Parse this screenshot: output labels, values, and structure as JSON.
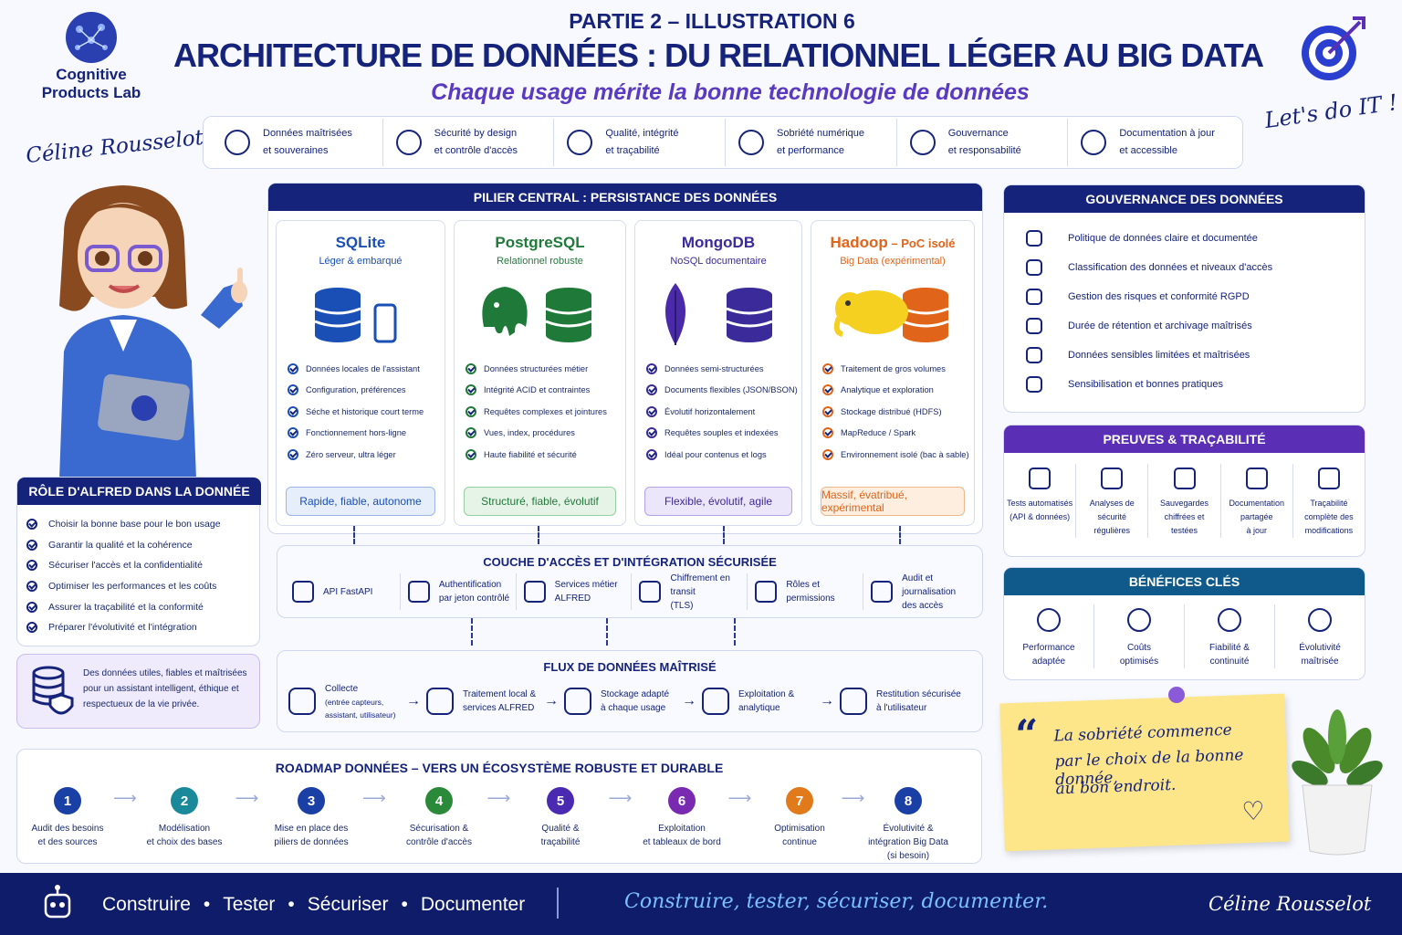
{
  "header": {
    "part": "PARTIE 2 – ILLUSTRATION 6",
    "title": "ARCHITECTURE DE DONNÉES : DU RELATIONNEL LÉGER AU BIG DATA",
    "subtitle": "Chaque usage mérite la bonne technologie de données",
    "logo_text_1": "Cognitive",
    "logo_text_2": "Products Lab",
    "signature": "Céline Rousselot",
    "lets_do": "Let's do IT !"
  },
  "principles": [
    {
      "l1": "Données maîtrisées",
      "l2": "et souveraines",
      "icon": "shield-check-icon"
    },
    {
      "l1": "Sécurité by design",
      "l2": "et contrôle d'accès",
      "icon": "lock-icon"
    },
    {
      "l1": "Qualité, intégrité",
      "l2": "et traçabilité",
      "icon": "database-icon"
    },
    {
      "l1": "Sobriété numérique",
      "l2": "et performance",
      "icon": "leaf-icon"
    },
    {
      "l1": "Gouvernance",
      "l2": "et responsabilité",
      "icon": "users-icon"
    },
    {
      "l1": "Documentation à jour",
      "l2": "et accessible",
      "icon": "document-icon"
    }
  ],
  "pillar": {
    "title": "PILIER CENTRAL : PERSISTANCE DES DONNÉES",
    "columns": [
      {
        "name": "SQLite",
        "sub": "Léger & embarqué",
        "color": "#1a4fb5",
        "pill": "Rapide, fiable, autonome",
        "pill_bg": "#e6eefc",
        "pill_border": "#9cb6ea",
        "items": [
          "Données locales de l'assistant",
          "Configuration, préférences",
          "Séche et historique court terme",
          "Fonctionnement hors-ligne",
          "Zéro serveur, ultra léger"
        ]
      },
      {
        "name": "PostgreSQL",
        "sub": "Relationnel robuste",
        "color": "#1f7a3a",
        "pill": "Structuré, fiable, évolutif",
        "pill_bg": "#e6f4e8",
        "pill_border": "#96cfa2",
        "items": [
          "Données structurées métier",
          "Intégrité ACID et contraintes",
          "Requêtes complexes et jointures",
          "Vues, index, procédures",
          "Haute fiabilité et sécurité"
        ]
      },
      {
        "name": "MongoDB",
        "sub": "NoSQL documentaire",
        "color": "#3a2a9a",
        "pill": "Flexible, évolutif, agile",
        "pill_bg": "#ece6fb",
        "pill_border": "#b4a2ea",
        "items": [
          "Données semi-structurées",
          "Documents flexibles (JSON/BSON)",
          "Évolutif horizontalement",
          "Requêtes souples et indexées",
          "Idéal pour contenus et logs"
        ]
      },
      {
        "name": "Hadoop",
        "name_suffix": " – PoC isolé",
        "sub": "Big Data (expérimental)",
        "color": "#e0641a",
        "pill": "Massif, évatribué, expérimental",
        "pill_bg": "#fdeee0",
        "pill_border": "#f0b78a",
        "items": [
          "Traitement de gros volumes",
          "Analytique et exploration",
          "Stockage distribué (HDFS)",
          "MapReduce / Spark",
          "Environnement isolé (bac à sable)"
        ]
      }
    ]
  },
  "access_layer": {
    "title": "COUCHE D'ACCÈS ET D'INTÉGRATION SÉCURISÉE",
    "items": [
      {
        "l1": "API FastAPI",
        "l2": "",
        "icon": "api-gear-icon"
      },
      {
        "l1": "Authentification",
        "l2": "par jeton contrôlé",
        "icon": "lock-icon"
      },
      {
        "l1": "Services métier",
        "l2": "ALFRED",
        "icon": "code-window-icon"
      },
      {
        "l1": "Chiffrement en transit",
        "l2": "(TLS)",
        "icon": "padlock-icon"
      },
      {
        "l1": "Rôles et",
        "l2": "permissions",
        "icon": "group-icon"
      },
      {
        "l1": "Audit et journalisation",
        "l2": "des accès",
        "icon": "document-icon"
      }
    ]
  },
  "flow": {
    "title": "FLUX DE DONNÉES MAÎTRISÉ",
    "items": [
      {
        "l1": "Collecte",
        "l2": "(entrée capteurs,",
        "l3": "assistant, utilisateur)",
        "icon": "wifi-user-icon"
      },
      {
        "l1": "Traitement local &",
        "l2": "services ALFRED",
        "l3": "",
        "icon": "brain-icon"
      },
      {
        "l1": "Stockage adapté",
        "l2": "à chaque usage",
        "l3": "",
        "icon": "database-icon"
      },
      {
        "l1": "Exploitation &",
        "l2": "analytique",
        "l3": "",
        "icon": "chart-icon"
      },
      {
        "l1": "Restitution sécurisée",
        "l2": "à l'utilisateur",
        "l3": "",
        "icon": "user-arrow-icon"
      }
    ]
  },
  "role": {
    "title": "RÔLE D'ALFRED DANS LA DONNÉE",
    "items": [
      "Choisir la bonne base pour le bon usage",
      "Garantir la qualité et la cohérence",
      "Sécuriser l'accès et la confidentialité",
      "Optimiser les performances et les coûts",
      "Assurer la traçabilité et la conformité",
      "Préparer l'évolutivité et l'intégration"
    ],
    "note": "Des données utiles, fiables et maîtrisées pour un assistant intelligent, éthique et respectueux de la vie privée."
  },
  "governance": {
    "title": "GOUVERNANCE DES DONNÉES",
    "items": [
      "Politique de données claire et documentée",
      "Classification des données et niveaux d'accès",
      "Gestion des risques et conformité RGPD",
      "Durée de rétention et archivage maîtrisés",
      "Données sensibles limitées et maîtrisées",
      "Sensibilisation et bonnes pratiques"
    ]
  },
  "proofs": {
    "title": "PREUVES & TRAÇABILITÉ",
    "items": [
      {
        "l1": "Tests automatisés",
        "l2": "(API & données)",
        "l3": ""
      },
      {
        "l1": "Analyses de",
        "l2": "sécurité",
        "l3": "régulières"
      },
      {
        "l1": "Sauvegardes",
        "l2": "chiffrées et",
        "l3": "testées"
      },
      {
        "l1": "Documentation",
        "l2": "partagée",
        "l3": "à jour"
      },
      {
        "l1": "Traçabilité",
        "l2": "complète des",
        "l3": "modifications"
      }
    ]
  },
  "benefits": {
    "title": "BÉNÉFICES CLÉS",
    "items": [
      {
        "l1": "Performance",
        "l2": "adaptée"
      },
      {
        "l1": "Coûts",
        "l2": "optimisés"
      },
      {
        "l1": "Fiabilité &",
        "l2": "continuité"
      },
      {
        "l1": "Évolutivité",
        "l2": "maîtrisée"
      }
    ]
  },
  "quote": {
    "l1": "La sobriété commence",
    "l2": "par le choix de la bonne donnée,",
    "l3": "au bon endroit."
  },
  "roadmap": {
    "title": "ROADMAP DONNÉES – VERS UN ÉCOSYSTÈME ROBUSTE ET DURABLE",
    "steps": [
      {
        "n": "1",
        "l1": "Audit des besoins",
        "l2": "et des sources",
        "l3": "",
        "color": "#1a3fa5"
      },
      {
        "n": "2",
        "l1": "Modélisation",
        "l2": "et choix des bases",
        "l3": "",
        "color": "#1a8a9a"
      },
      {
        "n": "3",
        "l1": "Mise en place des",
        "l2": "piliers de données",
        "l3": "",
        "color": "#1a3fa5"
      },
      {
        "n": "4",
        "l1": "Sécurisation &",
        "l2": "contrôle d'accès",
        "l3": "",
        "color": "#2a8a3a"
      },
      {
        "n": "5",
        "l1": "Qualité &",
        "l2": "traçabilité",
        "l3": "",
        "color": "#4a2ab0"
      },
      {
        "n": "6",
        "l1": "Exploitation",
        "l2": "et tableaux de bord",
        "l3": "",
        "color": "#7a2ab0"
      },
      {
        "n": "7",
        "l1": "Optimisation",
        "l2": "continue",
        "l3": "",
        "color": "#e07a1a"
      },
      {
        "n": "8",
        "l1": "Évolutivité &",
        "l2": "intégration Big Data",
        "l3": "(si besoin)",
        "color": "#1a3fa5"
      }
    ]
  },
  "footer": {
    "w1": "Construire",
    "w2": "Tester",
    "w3": "Sécuriser",
    "w4": "Documenter",
    "motto": "Construire, tester, sécuriser, documenter.",
    "signature": "Céline Rousselot"
  }
}
